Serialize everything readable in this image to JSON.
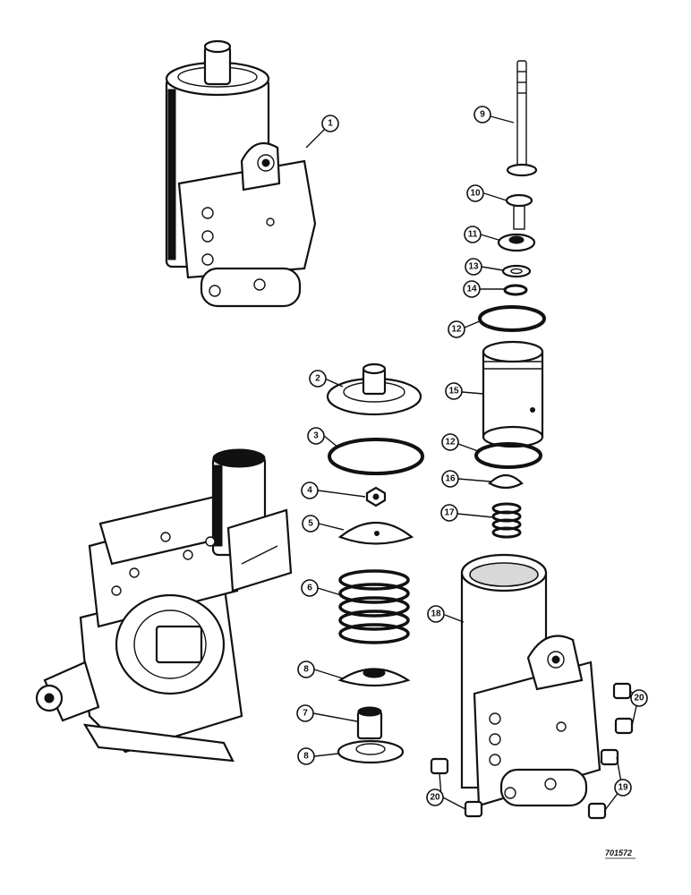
{
  "figure_number": "701572",
  "callouts": {
    "c1": "1",
    "c2": "2",
    "c3": "3",
    "c4": "4",
    "c5": "5",
    "c6": "6",
    "c7": "7",
    "c8a": "8",
    "c8b": "8",
    "c9": "9",
    "c10": "10",
    "c11": "11",
    "c12a": "12",
    "c12b": "12",
    "c13": "13",
    "c14": "14",
    "c15": "15",
    "c16": "16",
    "c17": "17",
    "c18": "18",
    "c19": "19",
    "c20a": "20",
    "c20b": "20"
  }
}
